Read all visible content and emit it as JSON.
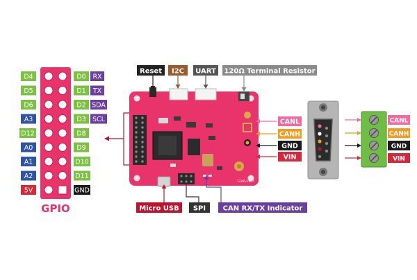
{
  "gpio": {
    "title": "GPIO",
    "left_labels": [
      {
        "text": "D4",
        "kind": "digital"
      },
      {
        "text": "D5",
        "kind": "digital"
      },
      {
        "text": "D6",
        "kind": "digital"
      },
      {
        "text": "A3",
        "kind": "analog"
      },
      {
        "text": "D12",
        "kind": "digital"
      },
      {
        "text": "A0",
        "kind": "analog"
      },
      {
        "text": "A1",
        "kind": "analog"
      },
      {
        "text": "A2",
        "kind": "analog"
      },
      {
        "text": "5V",
        "kind": "power"
      }
    ],
    "right_labels": [
      {
        "pin": "D0",
        "func": "RX"
      },
      {
        "pin": "D1",
        "func": "TX"
      },
      {
        "pin": "D2",
        "func": "SDA"
      },
      {
        "pin": "D3",
        "func": "SCL"
      },
      {
        "pin": "D8",
        "func": ""
      },
      {
        "pin": "D9",
        "func": ""
      },
      {
        "pin": "D10",
        "func": ""
      },
      {
        "pin": "D11",
        "func": ""
      },
      {
        "pin": "GND",
        "func": ""
      }
    ]
  },
  "board_labels": {
    "reset": "Reset",
    "i2c": "I2C",
    "uart": "UART",
    "terminal_resistor": "120Ω Terminal Resistor",
    "micro_usb": "Micro USB",
    "spi": "SPI",
    "can_indicator": "CAN RX/TX Indicator"
  },
  "can_labels": [
    "CANL",
    "CANH",
    "GND",
    "VIN"
  ],
  "colors": {
    "digital": "#7cc142",
    "analog": "#2f54a6",
    "power": "#d6283a",
    "gnd": "#1a1a1a",
    "func": "#6b3fa0",
    "header": "#e8336b",
    "pcb": "#e8336b",
    "canl": "#f26aa0",
    "canh": "#f39c1f",
    "reset": "#222222",
    "i2c": "#9a5a2a",
    "uart": "#555555",
    "resistor": "#8a8a8a",
    "micro_usb": "#c0122c",
    "spi": "#333333",
    "can_indicator": "#6b3fa0",
    "terminal_green": "#6fbe44"
  }
}
